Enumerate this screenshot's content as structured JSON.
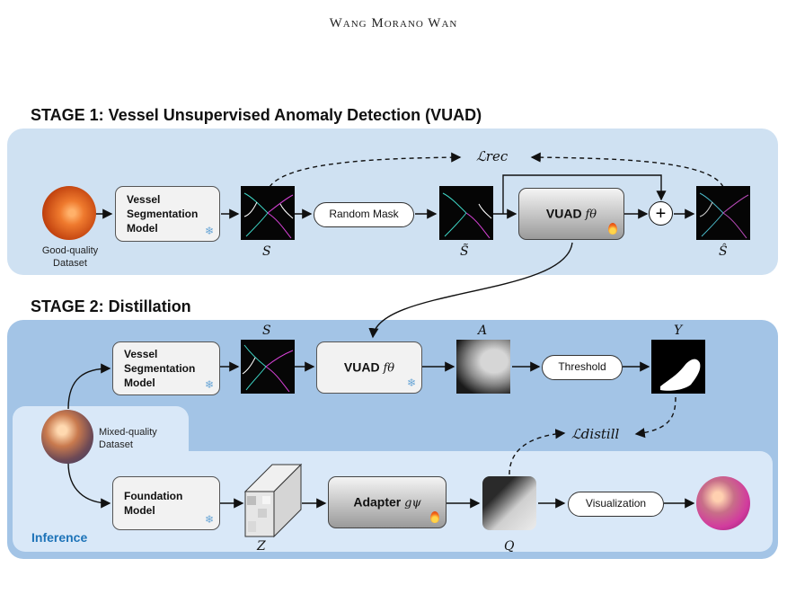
{
  "header": "Wang Morano Wan",
  "stage1": {
    "title": "STAGE 1: Vessel Unsupervised Anomaly Detection (VUAD)",
    "dataset_label": [
      "Good-quality",
      "Dataset"
    ],
    "seg_model": [
      "Vessel",
      "Segmentation",
      "Model"
    ],
    "random_mask": "Random Mask",
    "vuad": "VUAD",
    "vuad_fn": "fθ",
    "plus": "+",
    "loss": "ℒrec",
    "labels": {
      "s": "S",
      "s_tilde": "S̃",
      "s_hat": "Ŝ"
    }
  },
  "stage2": {
    "title": "STAGE 2: Distillation",
    "dataset_label": [
      "Mixed-quality",
      "Dataset"
    ],
    "seg_model": [
      "Vessel",
      "Segmentation",
      "Model"
    ],
    "vuad": "VUAD",
    "vuad_fn": "fθ",
    "threshold": "Threshold",
    "foundation": [
      "Foundation",
      "Model"
    ],
    "adapter": "Adapter",
    "adapter_fn": "gψ",
    "visualization": "Visualization",
    "loss": "ℒdistill",
    "inference": "Inference",
    "labels": {
      "s": "S",
      "a": "A",
      "y": "Y",
      "z": "Z",
      "q": "Q"
    }
  },
  "icons": {
    "frozen": "snowflake-icon",
    "trainable": "flame-icon"
  }
}
